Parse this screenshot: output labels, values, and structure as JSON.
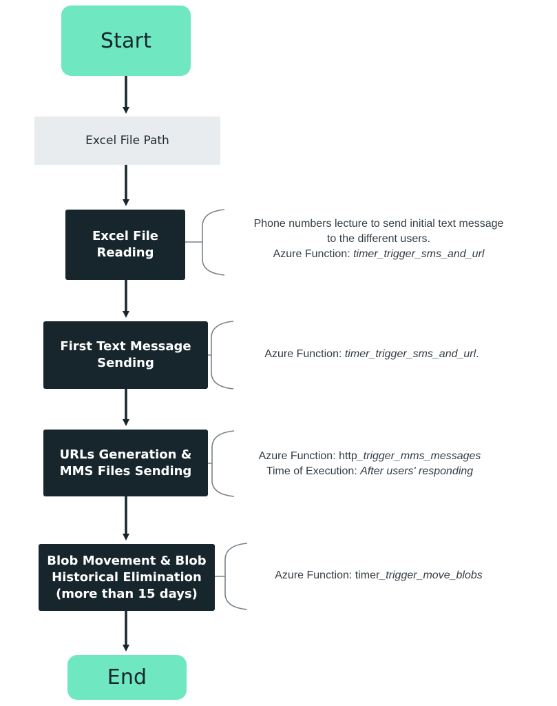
{
  "colors": {
    "terminal": "#6fe7c0",
    "input": "#e9ecee",
    "process": "#17262c",
    "arrow": "#17262c",
    "bracket": "#7a8288"
  },
  "nodes": {
    "start": {
      "label": "Start"
    },
    "excel_path": {
      "label": "Excel File Path"
    },
    "excel_reading": {
      "label": "Excel File\nReading"
    },
    "first_text": {
      "label": "First Text Message\nSending"
    },
    "urls_mms": {
      "label": "URLs Generation &\nMMS Files Sending"
    },
    "blob": {
      "label": "Blob Movement & Blob\nHistorical Elimination\n(more than 15 days)"
    },
    "end": {
      "label": "End"
    }
  },
  "notes": {
    "excel_reading": {
      "line1": "Phone numbers lecture to send initial text message",
      "line2": "to the different users.",
      "line3_prefix": "Azure Function: ",
      "line3_func": "timer_trigger_sms_and_url"
    },
    "first_text": {
      "prefix": "Azure Function: ",
      "func": "timer_trigger_sms_and_url",
      "suffix": "."
    },
    "urls_mms": {
      "line1_prefix": "Azure Function: http",
      "line1_func": "_trigger_mms_messages",
      "line2_prefix": "Time of Execution: ",
      "line2_value": "After users' responding"
    },
    "blob": {
      "prefix": "Azure Function: timer",
      "func": "_trigger_move_blobs"
    }
  }
}
